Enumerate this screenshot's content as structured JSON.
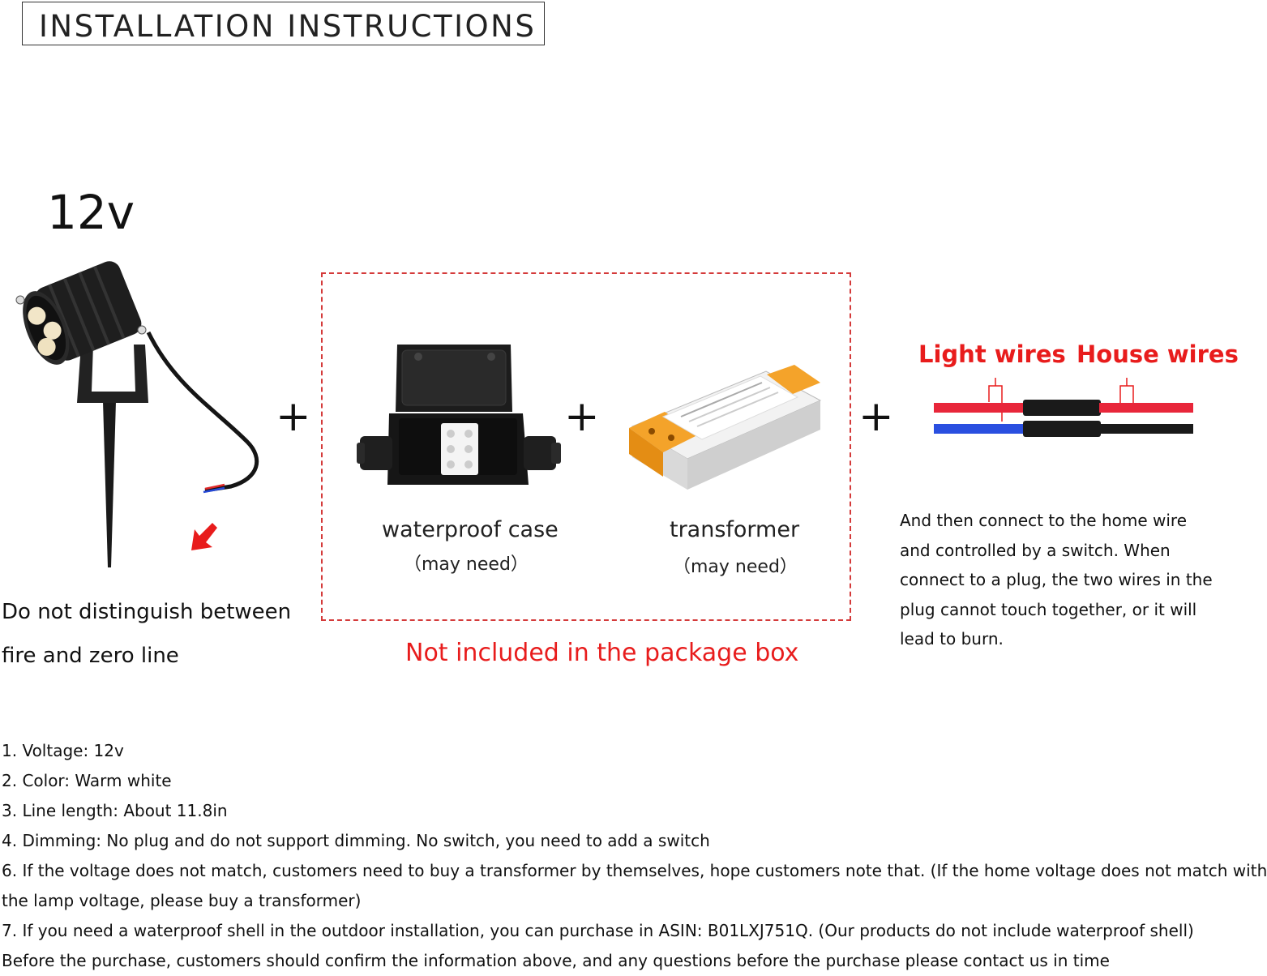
{
  "title": "INSTALLATION  INSTRUCTIONS",
  "voltage_label": "12v",
  "plus_sign": "+",
  "lamp_note": [
    "Do not distinguish between",
    "fire and zero line"
  ],
  "optional_items": [
    {
      "name": "waterproof case",
      "note": "（may need）"
    },
    {
      "name": "transformer",
      "note": "（may need）"
    }
  ],
  "not_included_label": "Not included in the package box",
  "wires": {
    "light_label": "Light wires",
    "house_label": "House wires"
  },
  "connection_note": "And then connect to the home wire and controlled by a switch. When connect to a plug, the two wires in the plug cannot touch together, or it will lead to burn.",
  "specs": [
    "1. Voltage: 12v",
    "2. Color: Warm white",
    "3. Line length: About 11.8in",
    "4. Dimming: No plug and do not support dimming. No switch, you need to add a switch",
    "6. If the voltage does not match, customers need to buy a transformer by themselves, hope customers note that. (If the home voltage does not match with",
    "the lamp voltage, please buy a transformer)",
    "7. If you need a waterproof shell in the outdoor installation, you can purchase in ASIN: B01LXJ751Q. (Our products do not include waterproof shell)",
    "Before the purchase, customers should confirm the information above, and any questions before the purchase please contact us in time"
  ],
  "colors": {
    "accent_red": "#e81c1c",
    "box_border": "#d43a3a",
    "wire_red": "#e8263a",
    "wire_blue": "#2a4fe0",
    "wire_black": "#1a1a1a"
  },
  "icons": [
    "spotlight-lamp-icon",
    "junction-box-icon",
    "transformer-icon",
    "arrow-down-left-icon",
    "wire-connection-icon"
  ]
}
